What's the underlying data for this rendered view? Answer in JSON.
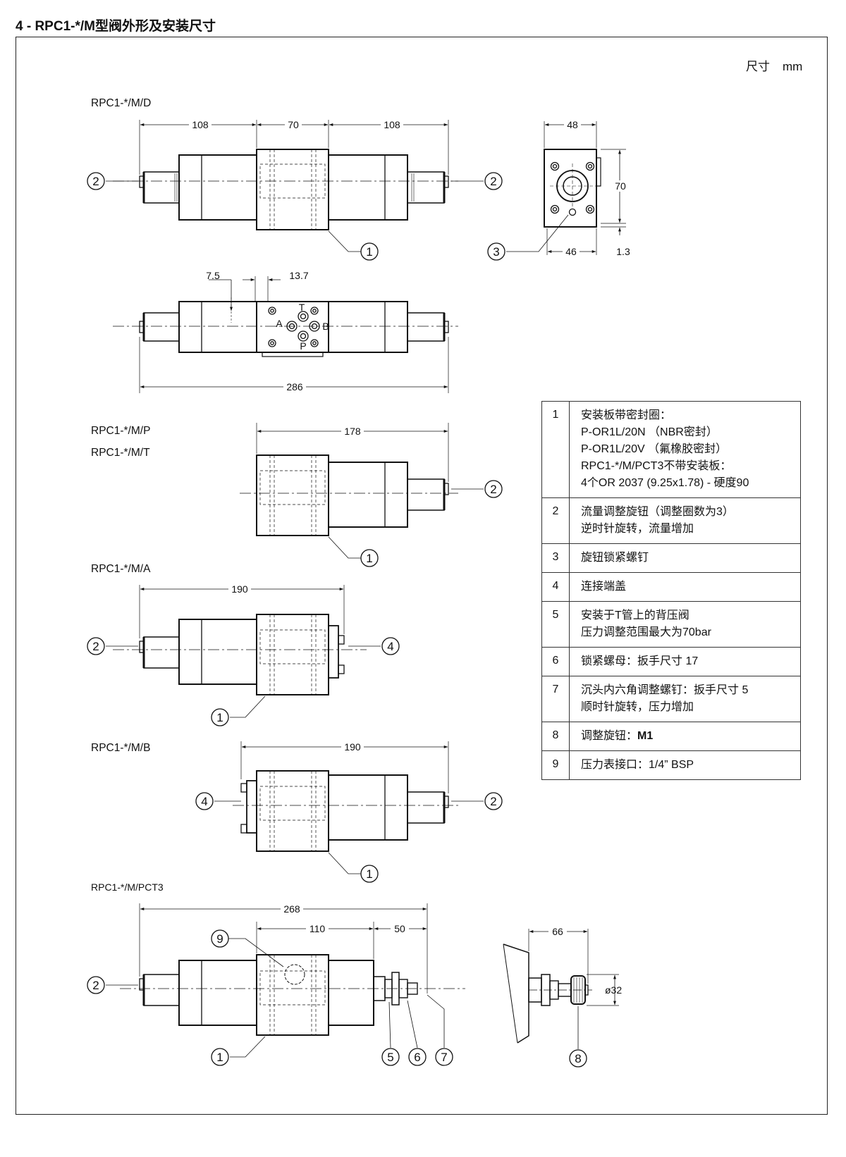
{
  "page": {
    "title": "4 - RPC1-*/M型阀外形及安装尺寸"
  },
  "units": {
    "label": "尺寸",
    "unit": "mm"
  },
  "labels": {
    "d": "RPC1-*/M/D",
    "p": "RPC1-*/M/P",
    "t": "RPC1-*/M/T",
    "a": "RPC1-*/M/A",
    "b": "RPC1-*/M/B",
    "pct3": "RPC1-*/M/PCT3"
  },
  "dims": {
    "d_left": "108",
    "d_mid": "70",
    "d_right": "108",
    "side_top": "48",
    "side_h": "70",
    "side_bottom": "46",
    "side_gap": "1.3",
    "port_a": "7.5",
    "port_b": "13.7",
    "total": "286",
    "p_len": "178",
    "a_len": "190",
    "b_len": "190",
    "pct_total": "268",
    "pct_mid": "110",
    "pct_ext": "50",
    "knob_len": "66",
    "knob_dia": "ø32"
  },
  "ports": {
    "a": "A",
    "b": "B",
    "p": "P",
    "t": "T"
  },
  "callouts": {
    "c1": "1",
    "c2": "2",
    "c3": "3",
    "c4": "4",
    "c5": "5",
    "c6": "6",
    "c7": "7",
    "c8": "8",
    "c9": "9"
  },
  "legend": [
    {
      "num": "1",
      "lines": [
        "安装板带密封圈：",
        "P-OR1L/20N （NBR密封）",
        "P-OR1L/20V （氟橡胶密封）",
        "RPC1-*/M/PCT3不带安装板：",
        "4个OR 2037 (9.25x1.78) - 硬度90"
      ]
    },
    {
      "num": "2",
      "lines": [
        "流量调整旋钮（调整圈数为3）",
        "逆时针旋转，流量增加"
      ]
    },
    {
      "num": "3",
      "lines": [
        "旋钮锁紧螺钉"
      ]
    },
    {
      "num": "4",
      "lines": [
        "连接端盖"
      ]
    },
    {
      "num": "5",
      "lines": [
        "安装于T管上的背压阀",
        "压力调整范围最大为70bar"
      ]
    },
    {
      "num": "6",
      "lines": [
        "锁紧螺母：扳手尺寸 17"
      ]
    },
    {
      "num": "7",
      "lines": [
        "沉头内六角调整螺钉：扳手尺寸 5",
        "顺时针旋转，压力增加"
      ]
    },
    {
      "num": "8",
      "lines": [
        "调整旋钮："
      ],
      "bold": "M1"
    },
    {
      "num": "9",
      "lines": [
        "压力表接口：1/4” BSP"
      ]
    }
  ]
}
